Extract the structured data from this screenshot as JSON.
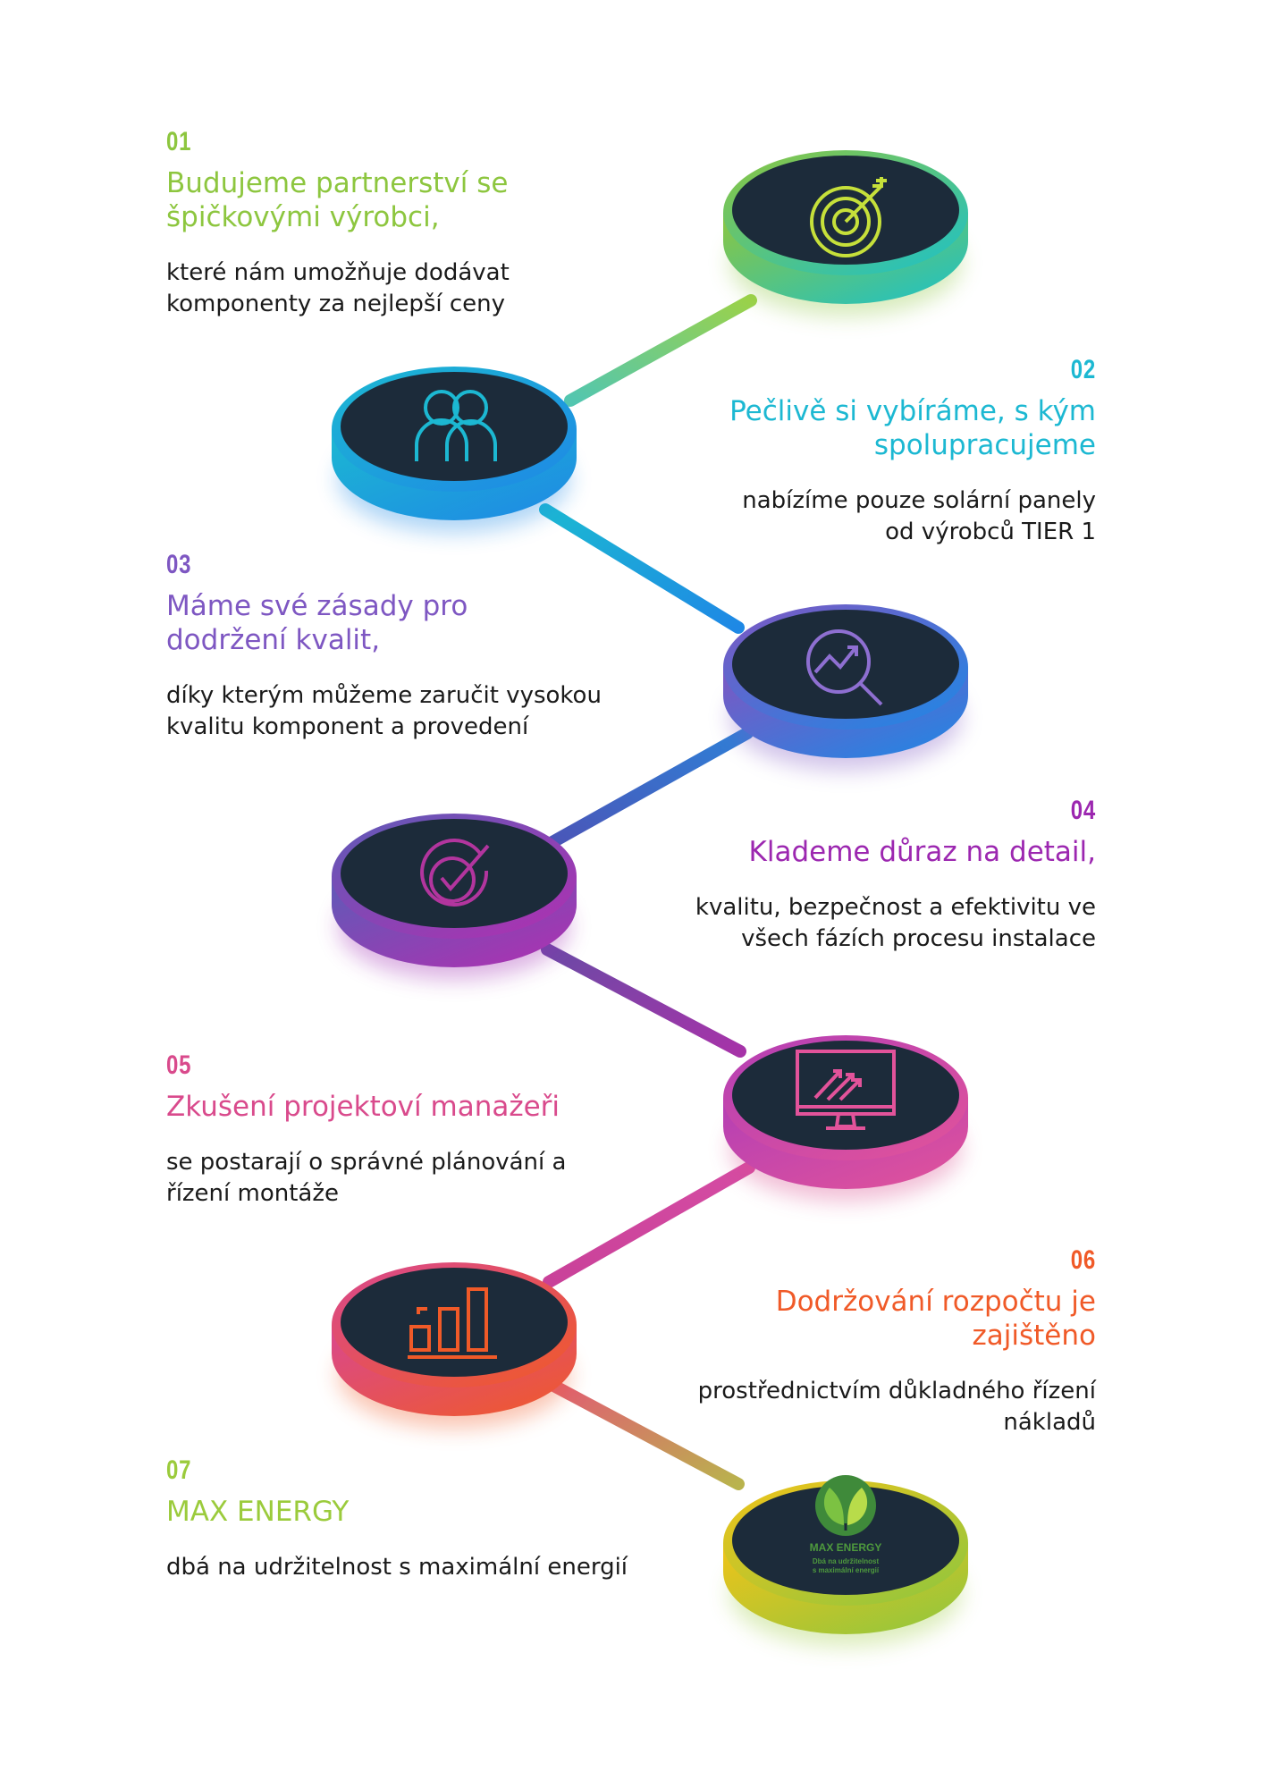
{
  "colors": {
    "green": "#8dc63f",
    "cyan": "#1cb8d2",
    "blue": "#1e88e5",
    "purple": "#7e57c2",
    "violet": "#8e24aa",
    "magenta": "#c2409a",
    "pink": "#d9488e",
    "orange": "#f05a28",
    "lime": "#9bcb3c",
    "disk_face": "#1c2b3a",
    "text_dark": "#1a1a1a"
  },
  "steps": [
    {
      "number": "01",
      "title": "Budujeme partnerství se špičkovými výrobci,",
      "description": "které nám umožňuje dodávat komponenty za nejlepší ceny",
      "icon": "target-icon",
      "color": "#8dc63f"
    },
    {
      "number": "02",
      "title": "Pečlivě si vybíráme, s kým spolupracujeme",
      "description": "nabízíme pouze solární panely od výrobců TIER 1",
      "icon": "people-icon",
      "color": "#1cb8d2"
    },
    {
      "number": "03",
      "title": "Máme své zásady pro dodržení kvalit,",
      "description": "díky kterým můžeme zaručit vysokou kvalitu komponent a provedení",
      "icon": "magnifier-chart-icon",
      "color": "#7e57c2"
    },
    {
      "number": "04",
      "title": "Klademe důraz na detail,",
      "description": "kvalitu, bezpečnost a efektivitu ve všech fázích procesu instalace",
      "icon": "check-circle-icon",
      "color": "#9c27b0"
    },
    {
      "number": "05",
      "title": "Zkušení projektoví manažeři",
      "description": "se postarají o správné plánování a řízení montáže",
      "icon": "monitor-growth-icon",
      "color": "#d94a8c"
    },
    {
      "number": "06",
      "title": "Dodržování rozpočtu je zajištěno",
      "description": "prostřednictvím důkladného řízení nákladů",
      "icon": "bar-chart-icon",
      "color": "#f05a28"
    },
    {
      "number": "07",
      "title": "MAX ENERGY",
      "description": "dbá na udržitelnost s maximální energií",
      "icon": "leaf-logo-icon",
      "color": "#9bcb3c"
    }
  ],
  "logo": {
    "name": "MAX ENERGY",
    "tagline_line1": "Dbá na udržitelnost",
    "tagline_line2": "s maximální energií"
  }
}
